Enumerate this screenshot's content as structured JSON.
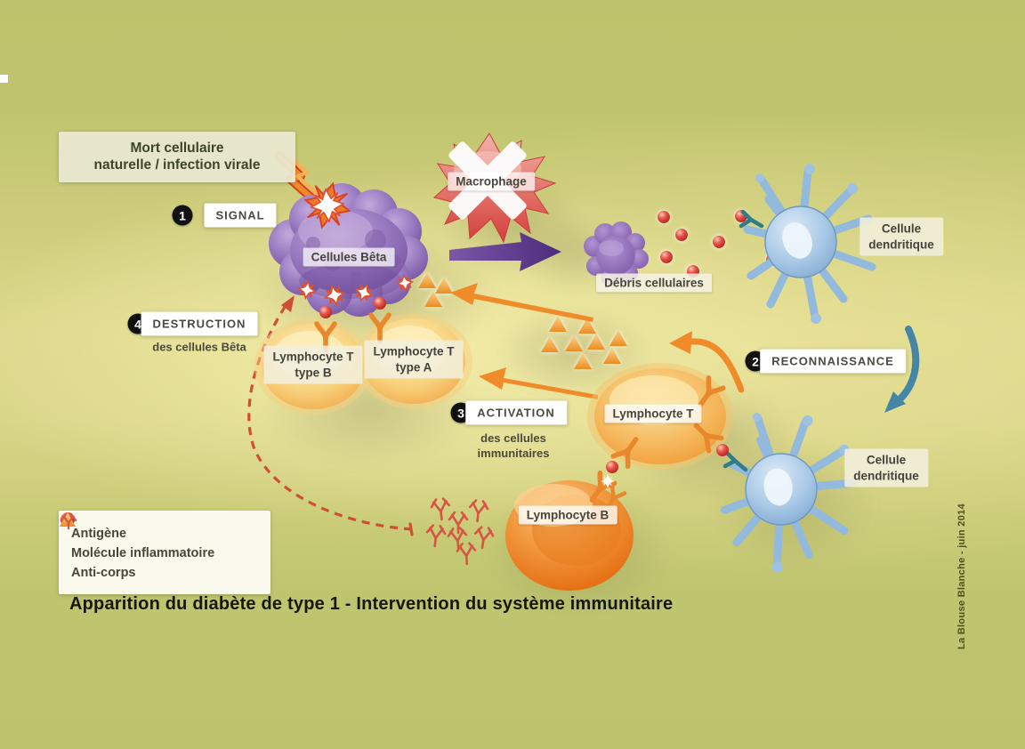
{
  "title": "Apparition du diabète de type 1 - Intervention du système immunitaire",
  "credit": "La Blouse Blanche - juin 2014",
  "callout": {
    "line1": "Mort cellulaire",
    "line2": "naturelle / infection virale"
  },
  "steps": [
    {
      "number": "1",
      "label": "SIGNAL",
      "sublabel": ""
    },
    {
      "number": "2",
      "label": "RECONNAISSANCE",
      "sublabel": ""
    },
    {
      "number": "3",
      "label": "ACTIVATION",
      "sublabel": "des cellules immunitaires"
    },
    {
      "number": "4",
      "label": "DESTRUCTION",
      "sublabel": "des cellules Bêta"
    }
  ],
  "cells": {
    "beta": {
      "label": "Cellules Bêta"
    },
    "macrophage": {
      "label": "Macrophage"
    },
    "debris": {
      "label": "Débris cellulaires"
    },
    "dendritic_top": {
      "line1": "Cellule",
      "line2": "dendritique"
    },
    "dendritic_bottom": {
      "line1": "Cellule",
      "line2": "dendritique"
    },
    "lymphocyte_t": {
      "label": "Lymphocyte T"
    },
    "lymphocyte_b": {
      "label": "Lymphocyte B"
    },
    "lymphocyte_t_type_a": {
      "line1": "Lymphocyte T",
      "line2": "type A"
    },
    "lymphocyte_t_type_b": {
      "line1": "Lymphocyte T",
      "line2": "type B"
    }
  },
  "legend": {
    "items": [
      {
        "icon": "antigen-dot-icon",
        "label": "Antigène"
      },
      {
        "icon": "inflammatory-molecule-icon",
        "label": "Molécule inflammatoire"
      },
      {
        "icon": "antibody-icon",
        "label": "Anti-corps"
      }
    ]
  },
  "colors": {
    "background_olive": "#bdc36d",
    "background_light": "#e7e098",
    "beta_cell_purple": "#8f6cb4",
    "arrow_purple": "#5b3a8c",
    "macrophage_red": "#d94b45",
    "dendritic_blue": "#a7c8e6",
    "arrow_blue": "#4585a6",
    "lymphocyte_orange": "#f2a341",
    "lymphocyte_b_orange": "#e96f10",
    "antigen_red": "#d8352f",
    "triangle_orange": "#ee8f25",
    "antibody_red": "#d65643",
    "dashed_arrow_red": "#cf4f35"
  }
}
